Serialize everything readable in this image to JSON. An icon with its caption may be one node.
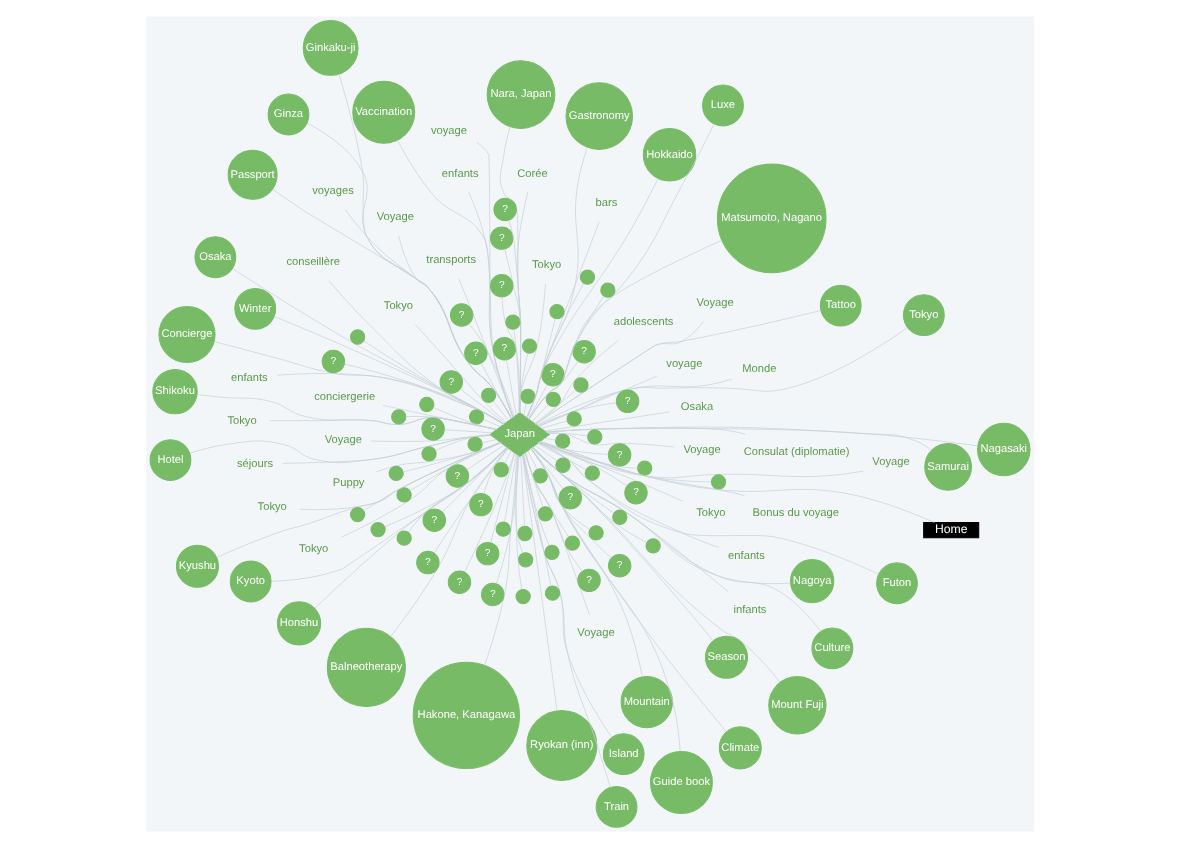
{
  "diagram": {
    "nodes": [
      {
        "text": [
          "Japan"
        ]
      },
      {
        "text": [
          "Home"
        ]
      },
      {
        "text": [
          "Ryokan (inn)"
        ]
      },
      {
        "text": [
          "Ginkaku-ji"
        ]
      },
      {
        "text": [
          "Nagoya"
        ]
      },
      {
        "text": [
          "Shikoku"
        ]
      },
      {
        "text": [
          "Honshu"
        ]
      },
      {
        "text": [
          "Culture"
        ]
      },
      {
        "text": [
          "Island"
        ]
      },
      {
        "text": [
          "Mount Fuji"
        ]
      },
      {
        "text": [
          "Mountain"
        ]
      },
      {
        "text": [
          "Hotel"
        ]
      },
      {
        "text": [
          "Samurai"
        ]
      },
      {
        "text": [
          "Tokyo"
        ]
      },
      {
        "text": [
          "Nara, Japan"
        ]
      },
      {
        "text": [
          "Guide book"
        ]
      },
      {
        "text": [
          "Season"
        ]
      },
      {
        "text": [
          "Ginza"
        ]
      },
      {
        "text": [
          "Winter"
        ]
      },
      {
        "text": [
          "Osaka"
        ]
      },
      {
        "text": [
          "Kyoto"
        ]
      },
      {
        "text": [
          "Kyushu"
        ]
      },
      {
        "text": [
          "Hokkaido"
        ]
      },
      {
        "text": [
          "Luxe"
        ]
      },
      {
        "text": [
          "Vaccination"
        ]
      },
      {
        "text": [
          "Train"
        ]
      },
      {
        "text": [
          "Tattoo"
        ]
      },
      {
        "text": [
          "Concierge"
        ]
      },
      {
        "text": [
          "Hakone, Kanagawa"
        ]
      },
      {
        "text": [
          "Futon"
        ]
      },
      {
        "text": [
          "Gastronomy"
        ]
      },
      {
        "text": [
          "Nagasaki"
        ]
      },
      {
        "text": [
          "Balneotherapy"
        ]
      },
      {
        "text": [
          "Passport"
        ]
      },
      {
        "text": [
          "Matsumoto, Nagano"
        ]
      },
      {
        "text": [
          "Climate"
        ]
      },
      {
        "text": [
          "Osaka"
        ]
      },
      {
        "text": [
          "bars"
        ]
      },
      {
        "text": [
          "enfants"
        ]
      },
      {
        "text": [
          "Voyage"
        ]
      },
      {
        "text": [
          "Voyage"
        ]
      },
      {
        "text": [
          "voyages"
        ]
      },
      {
        "text": [
          "conciergerie"
        ]
      },
      {
        "text": [
          "Monde"
        ]
      },
      {
        "text": [
          "Voyage"
        ]
      },
      {
        "text": [
          "Puppy"
        ]
      },
      {
        "text": [
          "enfants"
        ]
      },
      {
        "text": [
          "infants"
        ]
      },
      {
        "text": [
          "Voyage"
        ]
      },
      {
        "text": [
          "Consulat (diplomatie)"
        ]
      },
      {
        "text": [
          "Tokyo"
        ]
      },
      {
        "text": [
          "voyage"
        ]
      },
      {
        "text": [
          "Corée"
        ]
      },
      {
        "text": [
          "voyage"
        ]
      },
      {
        "text": [
          "Tokyo"
        ]
      },
      {
        "text": [
          "Voyage"
        ]
      },
      {
        "text": [
          "Tokyo"
        ]
      },
      {
        "text": [
          "transports"
        ]
      },
      {
        "text": [
          "Voyage"
        ]
      },
      {
        "text": [
          "conseillère"
        ]
      },
      {
        "text": [
          "Tokyo"
        ]
      },
      {
        "text": [
          "enfants"
        ]
      },
      {
        "text": [
          "Tokyo"
        ]
      },
      {
        "text": [
          "adolescents"
        ]
      },
      {
        "text": [
          "Bonus du voyage"
        ]
      },
      {
        "text": [
          "séjours"
        ]
      },
      {
        "text": [
          "Tokyo"
        ]
      },
      {
        "text": [
          "?"
        ]
      },
      {
        "text": [
          "?"
        ]
      },
      {
        "text": [
          "?"
        ]
      },
      {
        "text": [
          "?"
        ]
      },
      {
        "text": [
          "?"
        ]
      },
      {
        "text": [
          "?"
        ]
      },
      {
        "text": [
          "?"
        ]
      },
      {
        "text": [
          "?"
        ]
      },
      {
        "text": [
          "?"
        ]
      },
      {
        "text": [
          "?"
        ]
      },
      {
        "text": [
          "?"
        ]
      },
      {
        "text": [
          "?"
        ]
      },
      {
        "text": [
          "?"
        ]
      },
      {
        "text": [
          "?"
        ]
      },
      {
        "text": [
          "?"
        ]
      },
      {
        "text": [
          "?"
        ]
      },
      {
        "text": [
          "?"
        ]
      },
      {
        "text": [
          "?"
        ]
      },
      {
        "text": [
          "?"
        ]
      },
      {
        "text": [
          "?"
        ]
      },
      {
        "text": [
          "?"
        ]
      },
      {
        "text": [
          "?"
        ]
      },
      {
        "text": [
          "?"
        ]
      },
      {
        "text": [
          "?"
        ]
      },
      {
        "text": [],
        "shape": "circle"
      },
      {
        "text": [],
        "shape": "circle"
      },
      {
        "text": [],
        "shape": "circle"
      },
      {
        "text": [],
        "shape": "circle"
      },
      {
        "text": [],
        "shape": "circle"
      },
      {
        "text": [],
        "shape": "circle"
      },
      {
        "text": [],
        "shape": "circle"
      },
      {
        "text": [],
        "shape": "circle"
      },
      {
        "text": [],
        "shape": "circle"
      },
      {
        "text": [],
        "shape": "circle"
      },
      {
        "text": [],
        "shape": "circle"
      },
      {
        "text": [],
        "shape": "circle"
      },
      {
        "text": [],
        "shape": "circle"
      },
      {
        "text": [],
        "shape": "circle"
      },
      {
        "text": [],
        "shape": "circle"
      },
      {
        "text": [],
        "shape": "circle"
      },
      {
        "text": [],
        "shape": "circle"
      },
      {
        "text": [],
        "shape": "circle"
      },
      {
        "text": [],
        "shape": "circle"
      },
      {
        "text": [],
        "shape": "circle"
      },
      {
        "text": [],
        "shape": "circle"
      },
      {
        "text": [],
        "shape": "circle"
      },
      {
        "text": [],
        "shape": "circle"
      },
      {
        "text": [],
        "shape": "circle"
      },
      {
        "text": [],
        "shape": "circle"
      },
      {
        "text": [],
        "shape": "circle"
      },
      {
        "text": [],
        "shape": "circle"
      },
      {
        "text": [],
        "shape": "circle"
      },
      {
        "text": [],
        "shape": "circle"
      },
      {
        "text": [],
        "shape": "circle"
      },
      {
        "text": [],
        "shape": "circle"
      },
      {
        "text": [],
        "shape": "circle"
      },
      {
        "text": [],
        "shape": "circle"
      },
      {
        "text": [],
        "shape": "circle"
      },
      {
        "text": [],
        "shape": "circle"
      },
      {
        "text": [],
        "shape": "circle"
      },
      {
        "text": [],
        "shape": "circle"
      },
      {
        "text": [],
        "shape": "circle"
      },
      {
        "text": [],
        "shape": "circle"
      },
      {
        "text": [],
        "shape": "circle"
      }
    ],
    "edges": [
      {
        "from": 1,
        "to": 0,
        "arrow": "none"
      },
      {
        "from": 0,
        "to": 2,
        "arrow": "none"
      },
      {
        "from": 0,
        "to": 3,
        "arrow": "none"
      },
      {
        "from": 0,
        "to": 4,
        "arrow": "none"
      },
      {
        "from": 0,
        "to": 5,
        "arrow": "none"
      },
      {
        "from": 0,
        "to": 6,
        "arrow": "none"
      },
      {
        "from": 0,
        "to": 7,
        "arrow": "none"
      },
      {
        "from": 0,
        "to": 8,
        "arrow": "none"
      },
      {
        "from": 0,
        "to": 9,
        "arrow": "none"
      },
      {
        "from": 0,
        "to": 10,
        "arrow": "none"
      },
      {
        "from": 0,
        "to": 11,
        "arrow": "none"
      },
      {
        "from": 0,
        "to": 12,
        "arrow": "none"
      },
      {
        "from": 0,
        "to": 13,
        "arrow": "none"
      },
      {
        "from": 0,
        "to": 14,
        "arrow": "none"
      },
      {
        "from": 0,
        "to": 15,
        "arrow": "none"
      },
      {
        "from": 0,
        "to": 16,
        "arrow": "none"
      },
      {
        "from": 0,
        "to": 17,
        "arrow": "none"
      },
      {
        "from": 0,
        "to": 18,
        "arrow": "none"
      },
      {
        "from": 0,
        "to": 19,
        "arrow": "none"
      },
      {
        "from": 0,
        "to": 20,
        "arrow": "none"
      },
      {
        "from": 0,
        "to": 21,
        "arrow": "none"
      },
      {
        "from": 0,
        "to": 22,
        "arrow": "none"
      },
      {
        "from": 0,
        "to": 23,
        "arrow": "none"
      },
      {
        "from": 0,
        "to": 24,
        "arrow": "none"
      },
      {
        "from": 0,
        "to": 25,
        "arrow": "none"
      },
      {
        "from": 0,
        "to": 26,
        "arrow": "none"
      },
      {
        "from": 0,
        "to": 27,
        "arrow": "none"
      },
      {
        "from": 0,
        "to": 28,
        "arrow": "none"
      },
      {
        "from": 0,
        "to": 29,
        "arrow": "none"
      },
      {
        "from": 0,
        "to": 30,
        "arrow": "none"
      },
      {
        "from": 0,
        "to": 31,
        "arrow": "none"
      },
      {
        "from": 0,
        "to": 32,
        "arrow": "none"
      },
      {
        "from": 0,
        "to": 33,
        "arrow": "none"
      },
      {
        "from": 0,
        "to": 34,
        "arrow": "none"
      },
      {
        "from": 0,
        "to": 35,
        "arrow": "none"
      },
      {
        "from": 0,
        "to": 36,
        "arrow": "none"
      },
      {
        "from": 0,
        "to": 37,
        "arrow": "none"
      },
      {
        "from": 0,
        "to": 38,
        "arrow": "none"
      },
      {
        "from": 0,
        "to": 39,
        "arrow": "none"
      },
      {
        "from": 0,
        "to": 40,
        "arrow": "none"
      },
      {
        "from": 0,
        "to": 41,
        "arrow": "none"
      },
      {
        "from": 0,
        "to": 42,
        "arrow": "none"
      },
      {
        "from": 0,
        "to": 43,
        "arrow": "none"
      },
      {
        "from": 0,
        "to": 44,
        "arrow": "none"
      },
      {
        "from": 0,
        "to": 45,
        "arrow": "none"
      },
      {
        "from": 0,
        "to": 46,
        "arrow": "none"
      },
      {
        "from": 0,
        "to": 47,
        "arrow": "none"
      },
      {
        "from": 0,
        "to": 48,
        "arrow": "none"
      },
      {
        "from": 0,
        "to": 49,
        "arrow": "none"
      },
      {
        "from": 0,
        "to": 50,
        "arrow": "none"
      },
      {
        "from": 0,
        "to": 51,
        "arrow": "none"
      },
      {
        "from": 0,
        "to": 52,
        "arrow": "none"
      },
      {
        "from": 0,
        "to": 53,
        "arrow": "none"
      },
      {
        "from": 0,
        "to": 54,
        "arrow": "none"
      },
      {
        "from": 0,
        "to": 55,
        "arrow": "none"
      },
      {
        "from": 0,
        "to": 56,
        "arrow": "none"
      },
      {
        "from": 0,
        "to": 57,
        "arrow": "none"
      },
      {
        "from": 0,
        "to": 58,
        "arrow": "none"
      },
      {
        "from": 0,
        "to": 59,
        "arrow": "none"
      },
      {
        "from": 0,
        "to": 60,
        "arrow": "none"
      },
      {
        "from": 0,
        "to": 61,
        "arrow": "none"
      },
      {
        "from": 0,
        "to": 62,
        "arrow": "none"
      },
      {
        "from": 0,
        "to": 63,
        "arrow": "none"
      },
      {
        "from": 0,
        "to": 64,
        "arrow": "none"
      },
      {
        "from": 0,
        "to": 65,
        "arrow": "none"
      },
      {
        "from": 0,
        "to": 66,
        "arrow": "none"
      },
      {
        "from": 0,
        "to": 67,
        "arrow": "none"
      },
      {
        "from": 0,
        "to": 68,
        "arrow": "none"
      },
      {
        "from": 0,
        "to": 69,
        "arrow": "none"
      },
      {
        "from": 0,
        "to": 70,
        "arrow": "none"
      },
      {
        "from": 0,
        "to": 71,
        "arrow": "none"
      },
      {
        "from": 0,
        "to": 72,
        "arrow": "none"
      },
      {
        "from": 0,
        "to": 73,
        "arrow": "none"
      },
      {
        "from": 0,
        "to": 74,
        "arrow": "none"
      },
      {
        "from": 0,
        "to": 75,
        "arrow": "none"
      },
      {
        "from": 0,
        "to": 76,
        "arrow": "none"
      },
      {
        "from": 0,
        "to": 77,
        "arrow": "none"
      },
      {
        "from": 0,
        "to": 78,
        "arrow": "none"
      },
      {
        "from": 0,
        "to": 79,
        "arrow": "none"
      },
      {
        "from": 0,
        "to": 80,
        "arrow": "none"
      },
      {
        "from": 0,
        "to": 81,
        "arrow": "none"
      },
      {
        "from": 0,
        "to": 82,
        "arrow": "none"
      },
      {
        "from": 0,
        "to": 83,
        "arrow": "none"
      },
      {
        "from": 0,
        "to": 84,
        "arrow": "none"
      },
      {
        "from": 0,
        "to": 85,
        "arrow": "none"
      },
      {
        "from": 0,
        "to": 86,
        "arrow": "none"
      },
      {
        "from": 0,
        "to": 87,
        "arrow": "none"
      },
      {
        "from": 0,
        "to": 88,
        "arrow": "none"
      },
      {
        "from": 0,
        "to": 89,
        "arrow": "none"
      },
      {
        "from": 0,
        "to": 90,
        "arrow": "none"
      },
      {
        "from": 0,
        "to": 91,
        "arrow": "none"
      },
      {
        "from": 0,
        "to": 92,
        "arrow": "none"
      },
      {
        "from": 0,
        "to": 93,
        "arrow": "none"
      },
      {
        "from": 0,
        "to": 94,
        "arrow": "none"
      },
      {
        "from": 0,
        "to": 95,
        "arrow": "none"
      },
      {
        "from": 0,
        "to": 96,
        "arrow": "none"
      },
      {
        "from": 0,
        "to": 97,
        "arrow": "none"
      },
      {
        "from": 0,
        "to": 98,
        "arrow": "none"
      },
      {
        "from": 0,
        "to": 99,
        "arrow": "none"
      },
      {
        "from": 0,
        "to": 100,
        "arrow": "none"
      },
      {
        "from": 0,
        "to": 101,
        "arrow": "none"
      },
      {
        "from": 0,
        "to": 102,
        "arrow": "none"
      },
      {
        "from": 0,
        "to": 103,
        "arrow": "none"
      },
      {
        "from": 0,
        "to": 104,
        "arrow": "none"
      },
      {
        "from": 0,
        "to": 105,
        "arrow": "none"
      },
      {
        "from": 0,
        "to": 106,
        "arrow": "none"
      },
      {
        "from": 0,
        "to": 107,
        "arrow": "none"
      },
      {
        "from": 0,
        "to": 108,
        "arrow": "none"
      },
      {
        "from": 0,
        "to": 109,
        "arrow": "none"
      },
      {
        "from": 0,
        "to": 110,
        "arrow": "none"
      },
      {
        "from": 0,
        "to": 111,
        "arrow": "none"
      },
      {
        "from": 0,
        "to": 112,
        "arrow": "none"
      },
      {
        "from": 0,
        "to": 113,
        "arrow": "none"
      },
      {
        "from": 0,
        "to": 114,
        "arrow": "none"
      },
      {
        "from": 0,
        "to": 115,
        "arrow": "none"
      },
      {
        "from": 0,
        "to": 116,
        "arrow": "none"
      },
      {
        "from": 0,
        "to": 117,
        "arrow": "none"
      },
      {
        "from": 0,
        "to": 118,
        "arrow": "none"
      },
      {
        "from": 0,
        "to": 119,
        "arrow": "none"
      },
      {
        "from": 0,
        "to": 120,
        "arrow": "none"
      },
      {
        "from": 0,
        "to": 121,
        "arrow": "none"
      },
      {
        "from": 0,
        "to": 122,
        "arrow": "none"
      },
      {
        "from": 0,
        "to": 123,
        "arrow": "none"
      },
      {
        "from": 0,
        "to": 124,
        "arrow": "none"
      },
      {
        "from": 0,
        "to": 125,
        "arrow": "none"
      },
      {
        "from": 0,
        "to": 126,
        "arrow": "none"
      },
      {
        "from": 0,
        "to": 127,
        "arrow": "none"
      },
      {
        "from": 0,
        "to": 128,
        "arrow": "none"
      },
      {
        "from": 0,
        "to": 129,
        "arrow": "none"
      },
      {
        "from": 0,
        "to": 130,
        "arrow": "none"
      }
    ]
  }
}
